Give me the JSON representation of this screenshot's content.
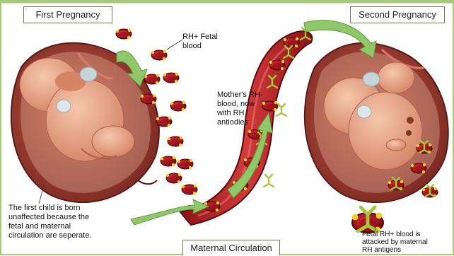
{
  "labels": {
    "first_pregnancy": "First Pregnancy",
    "second_pregnancy": "Second Pregnancy",
    "maternal_circulation": "Maternal Circulation",
    "rh_fetal_blood": "RH+ Fetal\nblood",
    "mothers_blood": "Mother's RH-\nblood, now\nwith RH\nantiodies",
    "first_child": "The first child is born\nunaffected because the\nfetal and maternal\ncirculation are seperate.",
    "fetal_attacked": "Fetal RH+ blood is\nattacked by maternal\nRH antigens"
  },
  "colors": {
    "frame_border": "#a8c97a",
    "label_border": "#6b7d4a",
    "uterus": "#b04a3c",
    "skin": "#e8a58a",
    "blood_cell": "#b8141e",
    "antigen": "#f2d02a",
    "antibody": "#a6c83a",
    "vessel": "#c0262a",
    "arrow": "#8fc76a"
  },
  "icons": {
    "fetus": "fetus-illustration",
    "uterus": "uterus-illustration",
    "red_cell": "red-blood-cell-icon",
    "antibody": "antibody-icon",
    "arrow": "green-arrow"
  }
}
